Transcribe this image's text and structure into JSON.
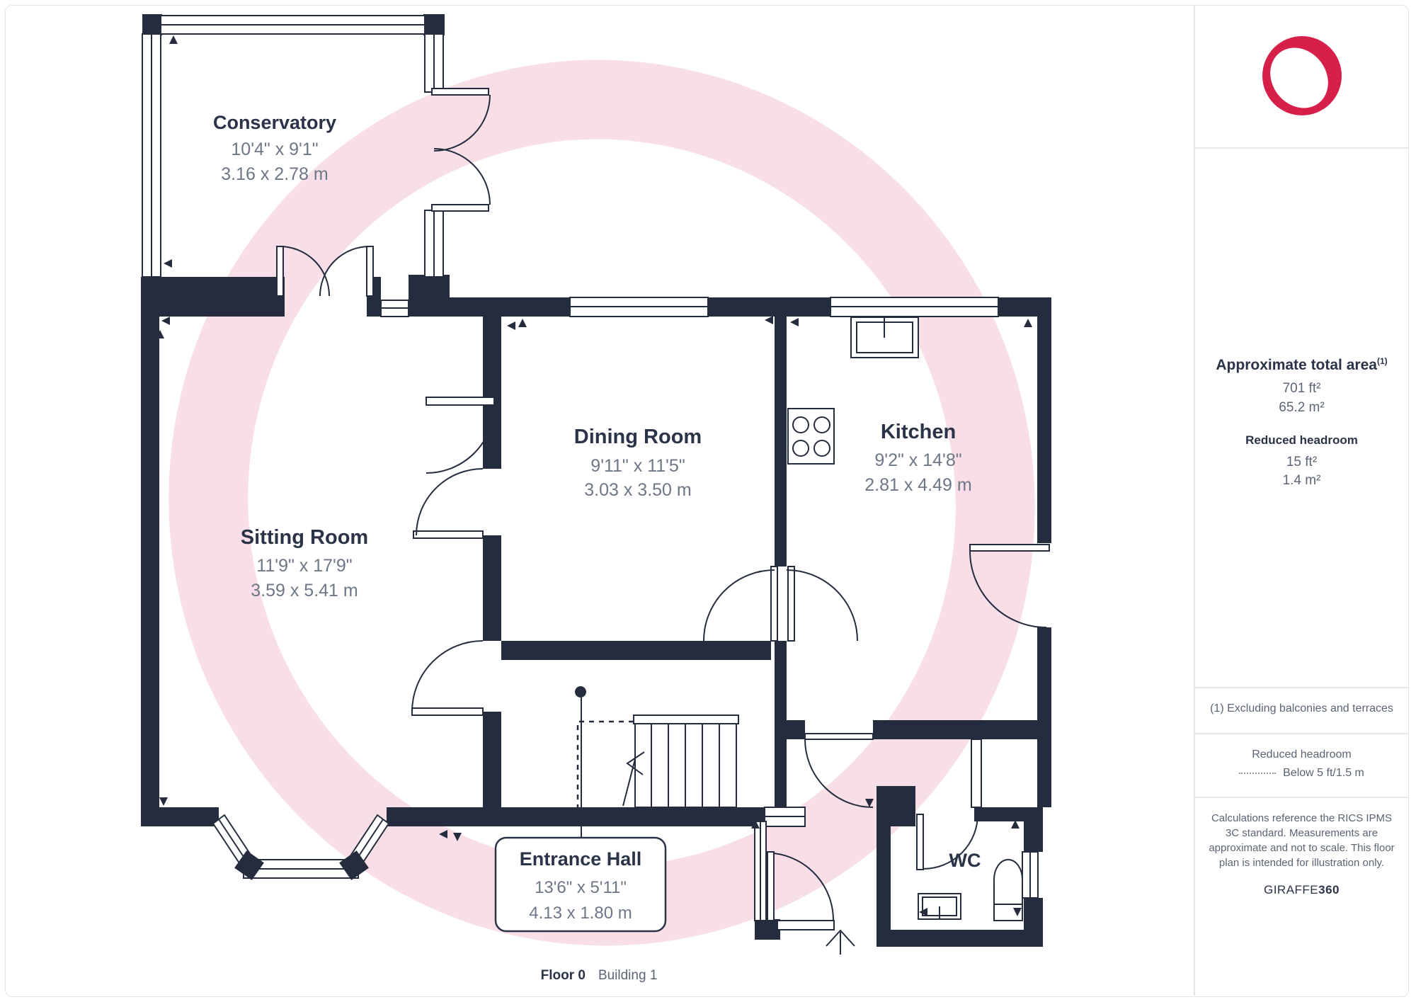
{
  "floorplan": {
    "rooms": [
      {
        "name": "Conservatory",
        "imperial": "10'4\" x 9'1\"",
        "metric": "3.16 x 2.78 m"
      },
      {
        "name": "Sitting Room",
        "imperial": "11'9\" x 17'9\"",
        "metric": "3.59 x 5.41 m"
      },
      {
        "name": "Dining Room",
        "imperial": "9'11\" x 11'5\"",
        "metric": "3.03 x 3.50 m"
      },
      {
        "name": "Kitchen",
        "imperial": "9'2\" x 14'8\"",
        "metric": "2.81 x 4.49 m"
      },
      {
        "name": "Entrance Hall",
        "imperial": "13'6\" x 5'11\"",
        "metric": "4.13 x 1.80 m"
      },
      {
        "name": "WC"
      }
    ],
    "caption": {
      "floor": "Floor 0",
      "building": "Building 1"
    }
  },
  "sidebar": {
    "area": {
      "title": "Approximate total area",
      "title_sup": "(1)",
      "imperial": "701 ft²",
      "metric": "65.2 m²"
    },
    "reduced_headroom": {
      "title": "Reduced headroom",
      "imperial": "15 ft²",
      "metric": "1.4 m²"
    },
    "footnote": "(1) Excluding balconies and terraces",
    "legend": {
      "title": "Reduced headroom",
      "label": "Below 5 ft/1.5 m"
    },
    "disclaimer": "Calculations reference the RICS IPMS 3C standard. Measurements are approximate and not to scale. This floor plan is intended for illustration only.",
    "brand": {
      "name": "GIRAFFE",
      "suffix": "360"
    }
  },
  "colors": {
    "wall": "#242c3e",
    "dim_text": "#6e7787",
    "watermark_pink": "#f8dee6",
    "brand_red": "#d6204a"
  }
}
